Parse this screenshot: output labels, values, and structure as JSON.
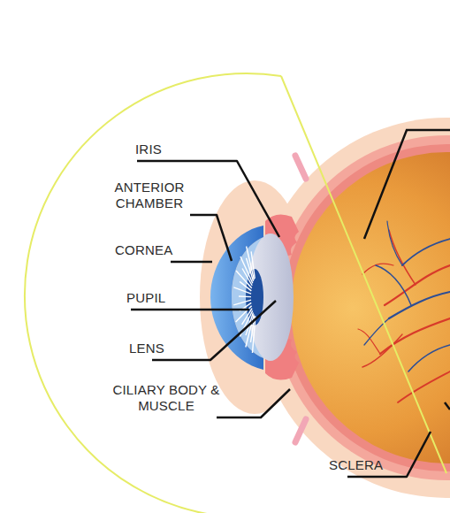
{
  "diagram": {
    "labels": [
      "IRIS",
      "ANTERIOR CHAMBER",
      "CORNEA",
      "PUPIL",
      "LENS",
      "CILIARY BODY & MUSCLE",
      "SCLERA"
    ]
  }
}
